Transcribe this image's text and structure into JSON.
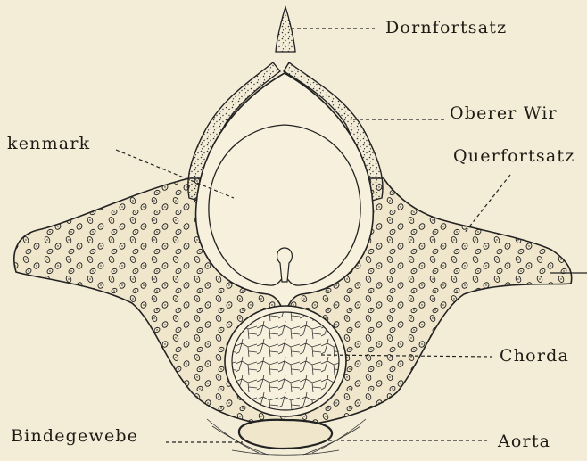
{
  "figure": {
    "labels": {
      "dornfortsatz": "Dornfortsatz",
      "oberer_wirbel": "Oberer Wir",
      "rueckenmark": "kenmark",
      "querfortsatz": "Querfortsatz",
      "chorda": "Chorda",
      "bindegewebe": "Bindegewebe",
      "aorta": "Aorta"
    },
    "colors": {
      "paper": "#f3ecd7",
      "ink": "#1e1a14"
    }
  }
}
